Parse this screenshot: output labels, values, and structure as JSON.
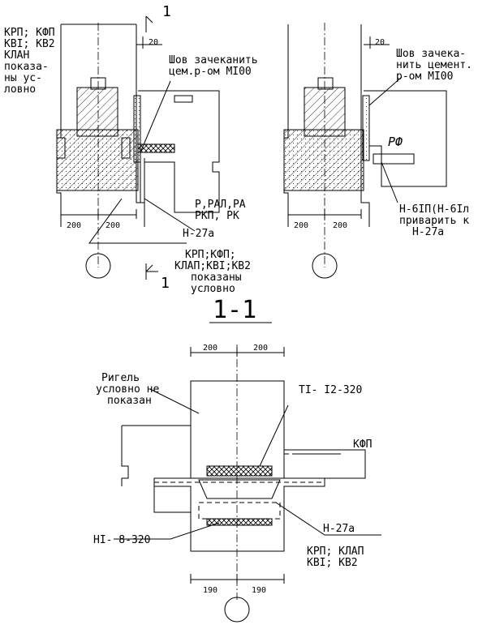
{
  "top_left": {
    "section_mark": "1",
    "section_mark_bottom": "1",
    "dim_gap": "20",
    "note_left": [
      "КРП; КФП",
      "КВI; КВ2",
      "КЛАН",
      "показа-",
      "ны ус-",
      "ловно"
    ],
    "seam_note": [
      "Шов зачеканить",
      "цем.р-ом МI00"
    ],
    "beam_labels": [
      "Р,РАЛ,РА",
      "РКП, РК"
    ],
    "embed": "Н-27а",
    "dim_left": "200",
    "dim_right": "200",
    "note_bottom": [
      "КРП;КФП;",
      "КЛАП;КВI;КВ2",
      "показаны",
      "условно"
    ]
  },
  "top_right": {
    "dim_gap": "20",
    "seam_note": [
      "Шов зачека-",
      "нить цемент.",
      "р-ом МI00"
    ],
    "beam_label": "РФ",
    "weld_note": [
      "Н-6IП(Н-6Iл",
      "приварить к",
      "Н-27а"
    ],
    "dim_left": "200",
    "dim_right": "200"
  },
  "section_title": "1-1",
  "bottom": {
    "dim_top_left": "200",
    "dim_top_right": "200",
    "rigel_note": [
      "Ригель",
      "условно не",
      "показан"
    ],
    "plate_top": "ТI- I2-320",
    "panel_label": "КФП",
    "embed": "Н-27а",
    "plate_bottom": "НI- 8-320",
    "panel_labels": [
      "КРП; КЛАП",
      "КВI; КВ2"
    ],
    "dim_bot_left": "190",
    "dim_bot_right": "190"
  },
  "colors": {
    "ink": "#000000",
    "paper": "#ffffff"
  }
}
